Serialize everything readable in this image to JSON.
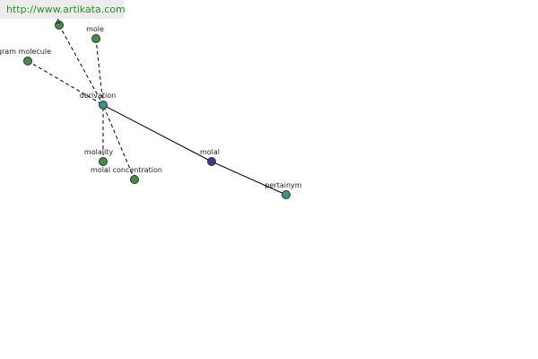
{
  "banner": {
    "url": "http://www.artikata.com"
  },
  "colors": {
    "edge": "#000000",
    "node_stroke": "#1f3b1f",
    "node_green": "#4a8a4a",
    "node_teal": "#3f8f8f",
    "node_center": "#3b3b8f"
  },
  "nodes": [
    {
      "id": "a",
      "label": "A",
      "color": "node_green"
    },
    {
      "id": "mole",
      "label": "mole",
      "color": "node_green"
    },
    {
      "id": "gram_molecule",
      "label": "gram molecule",
      "color": "node_green"
    },
    {
      "id": "derivation",
      "label": "derivation",
      "color": "node_teal"
    },
    {
      "id": "molality",
      "label": "molality",
      "color": "node_green"
    },
    {
      "id": "molal_concentration",
      "label": "molal concentration",
      "color": "node_green"
    },
    {
      "id": "molal",
      "label": "molal",
      "color": "node_center"
    },
    {
      "id": "pertainym",
      "label": "pertainym",
      "color": "node_teal"
    }
  ],
  "edges": [
    {
      "from": "a",
      "to": "derivation",
      "style": "dashed"
    },
    {
      "from": "mole",
      "to": "derivation",
      "style": "dashed"
    },
    {
      "from": "gram_molecule",
      "to": "derivation",
      "style": "dashed"
    },
    {
      "from": "molality",
      "to": "derivation",
      "style": "dashed"
    },
    {
      "from": "molal_concentration",
      "to": "derivation",
      "style": "dashed"
    },
    {
      "from": "derivation",
      "to": "molal",
      "style": "solid"
    },
    {
      "from": "molal",
      "to": "pertainym",
      "style": "solid"
    }
  ]
}
